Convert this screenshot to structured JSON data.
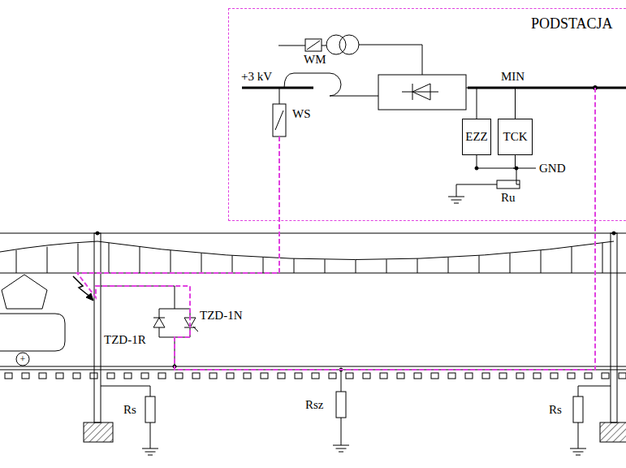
{
  "diagram": {
    "nodes": [
      {
        "text": [
          "PODSTACJA"
        ]
      },
      {
        "text": [
          "EZZ"
        ],
        "in": 0
      },
      {
        "text": [
          "TCK"
        ],
        "in": 0
      }
    ],
    "edges": [
      {
        "from": 1,
        "to": 2,
        "arrow": "none"
      },
      {
        "from": 1,
        "to": 2,
        "arrow": "none"
      }
    ],
    "labels": [
      "WM",
      "+3 kV",
      "WS",
      "MIN",
      "GND",
      "Ru",
      "TZD-1N",
      "TZD-1R",
      "Rs",
      "Rsz",
      "Rs",
      "+"
    ]
  }
}
